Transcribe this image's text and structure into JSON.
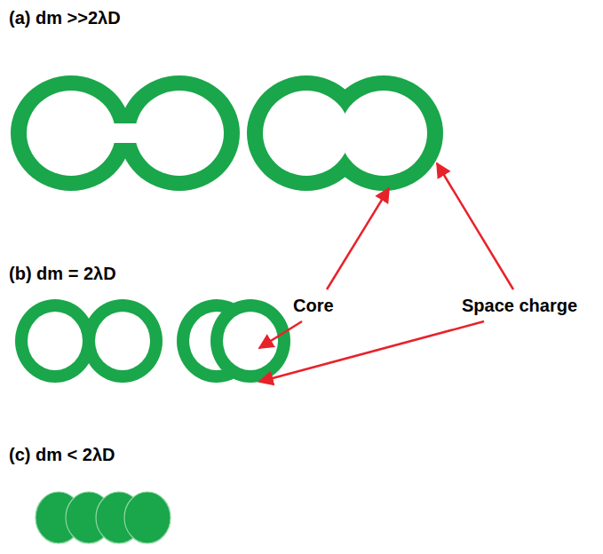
{
  "diagram": {
    "labels": [
      "(a) dm >>2λD",
      "(b) dm = 2λD",
      "(c) dm < 2λD",
      "Core",
      "Space charge"
    ]
  }
}
